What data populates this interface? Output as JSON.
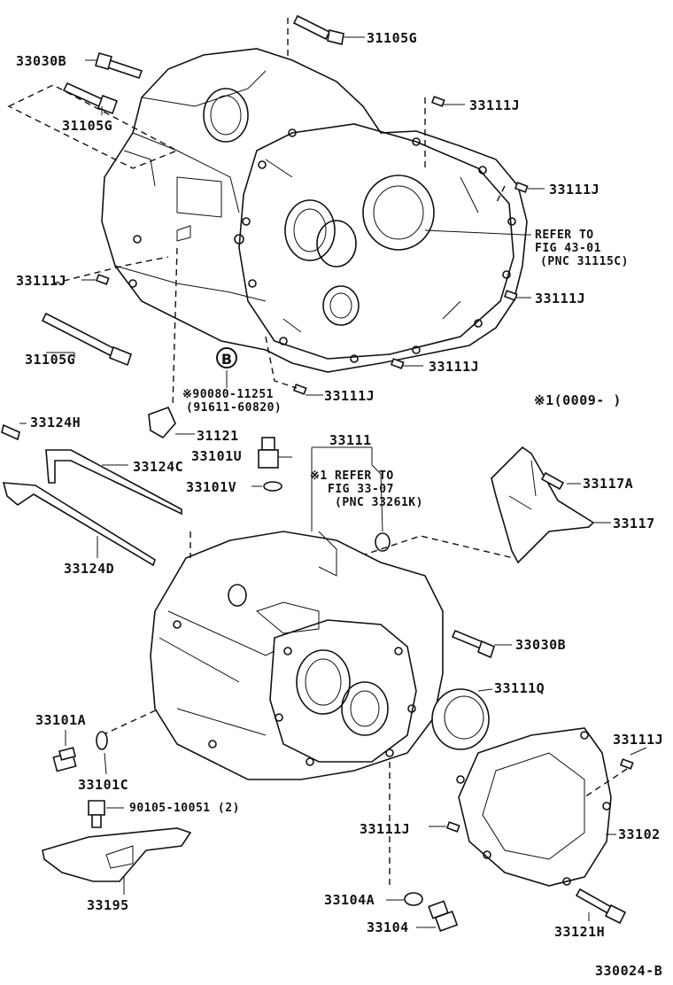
{
  "labels": {
    "p31105g_top": "31105G",
    "p33030b_top": "33030B",
    "p31105g_left": "31105G",
    "p33111j_a": "33111J",
    "p33111j_b": "33111J",
    "refer_to": "REFER TO",
    "fig_43": "FIG 43-01",
    "pnc_31115c": "(PNC 31115C)",
    "p33111j_c": "33111J",
    "p33111j_left": "33111J",
    "p31105g_bot": "31105G",
    "p33111j_d": "33111J",
    "circle_b": "B",
    "p90080": "※90080-11251",
    "p91611": "(91611-60820)",
    "p33111j_e": "33111J",
    "note1": "※1(0009-      )",
    "p33124h": "33124H",
    "p31121": "31121",
    "p33111": "33111",
    "p33101u": "33101U",
    "p33124c": "33124C",
    "refer1": "※1 REFER TO",
    "fig_33": "FIG 33-07",
    "pnc_33261k": "(PNC 33261K)",
    "p33101v": "33101V",
    "p33117a": "33117A",
    "p33117": "33117",
    "p33124d": "33124D",
    "p33030b_mid": "33030B",
    "p33111q": "33111Q",
    "p33101a": "33101A",
    "p33111j_f": "33111J",
    "p33101c": "33101C",
    "p90105": "90105-10051 (2)",
    "p33111j_g": "33111J",
    "p33102": "33102",
    "p33195": "33195",
    "p33104a": "33104A",
    "p33104": "33104",
    "p33121h": "33121H",
    "ref_code": "330024-B"
  }
}
